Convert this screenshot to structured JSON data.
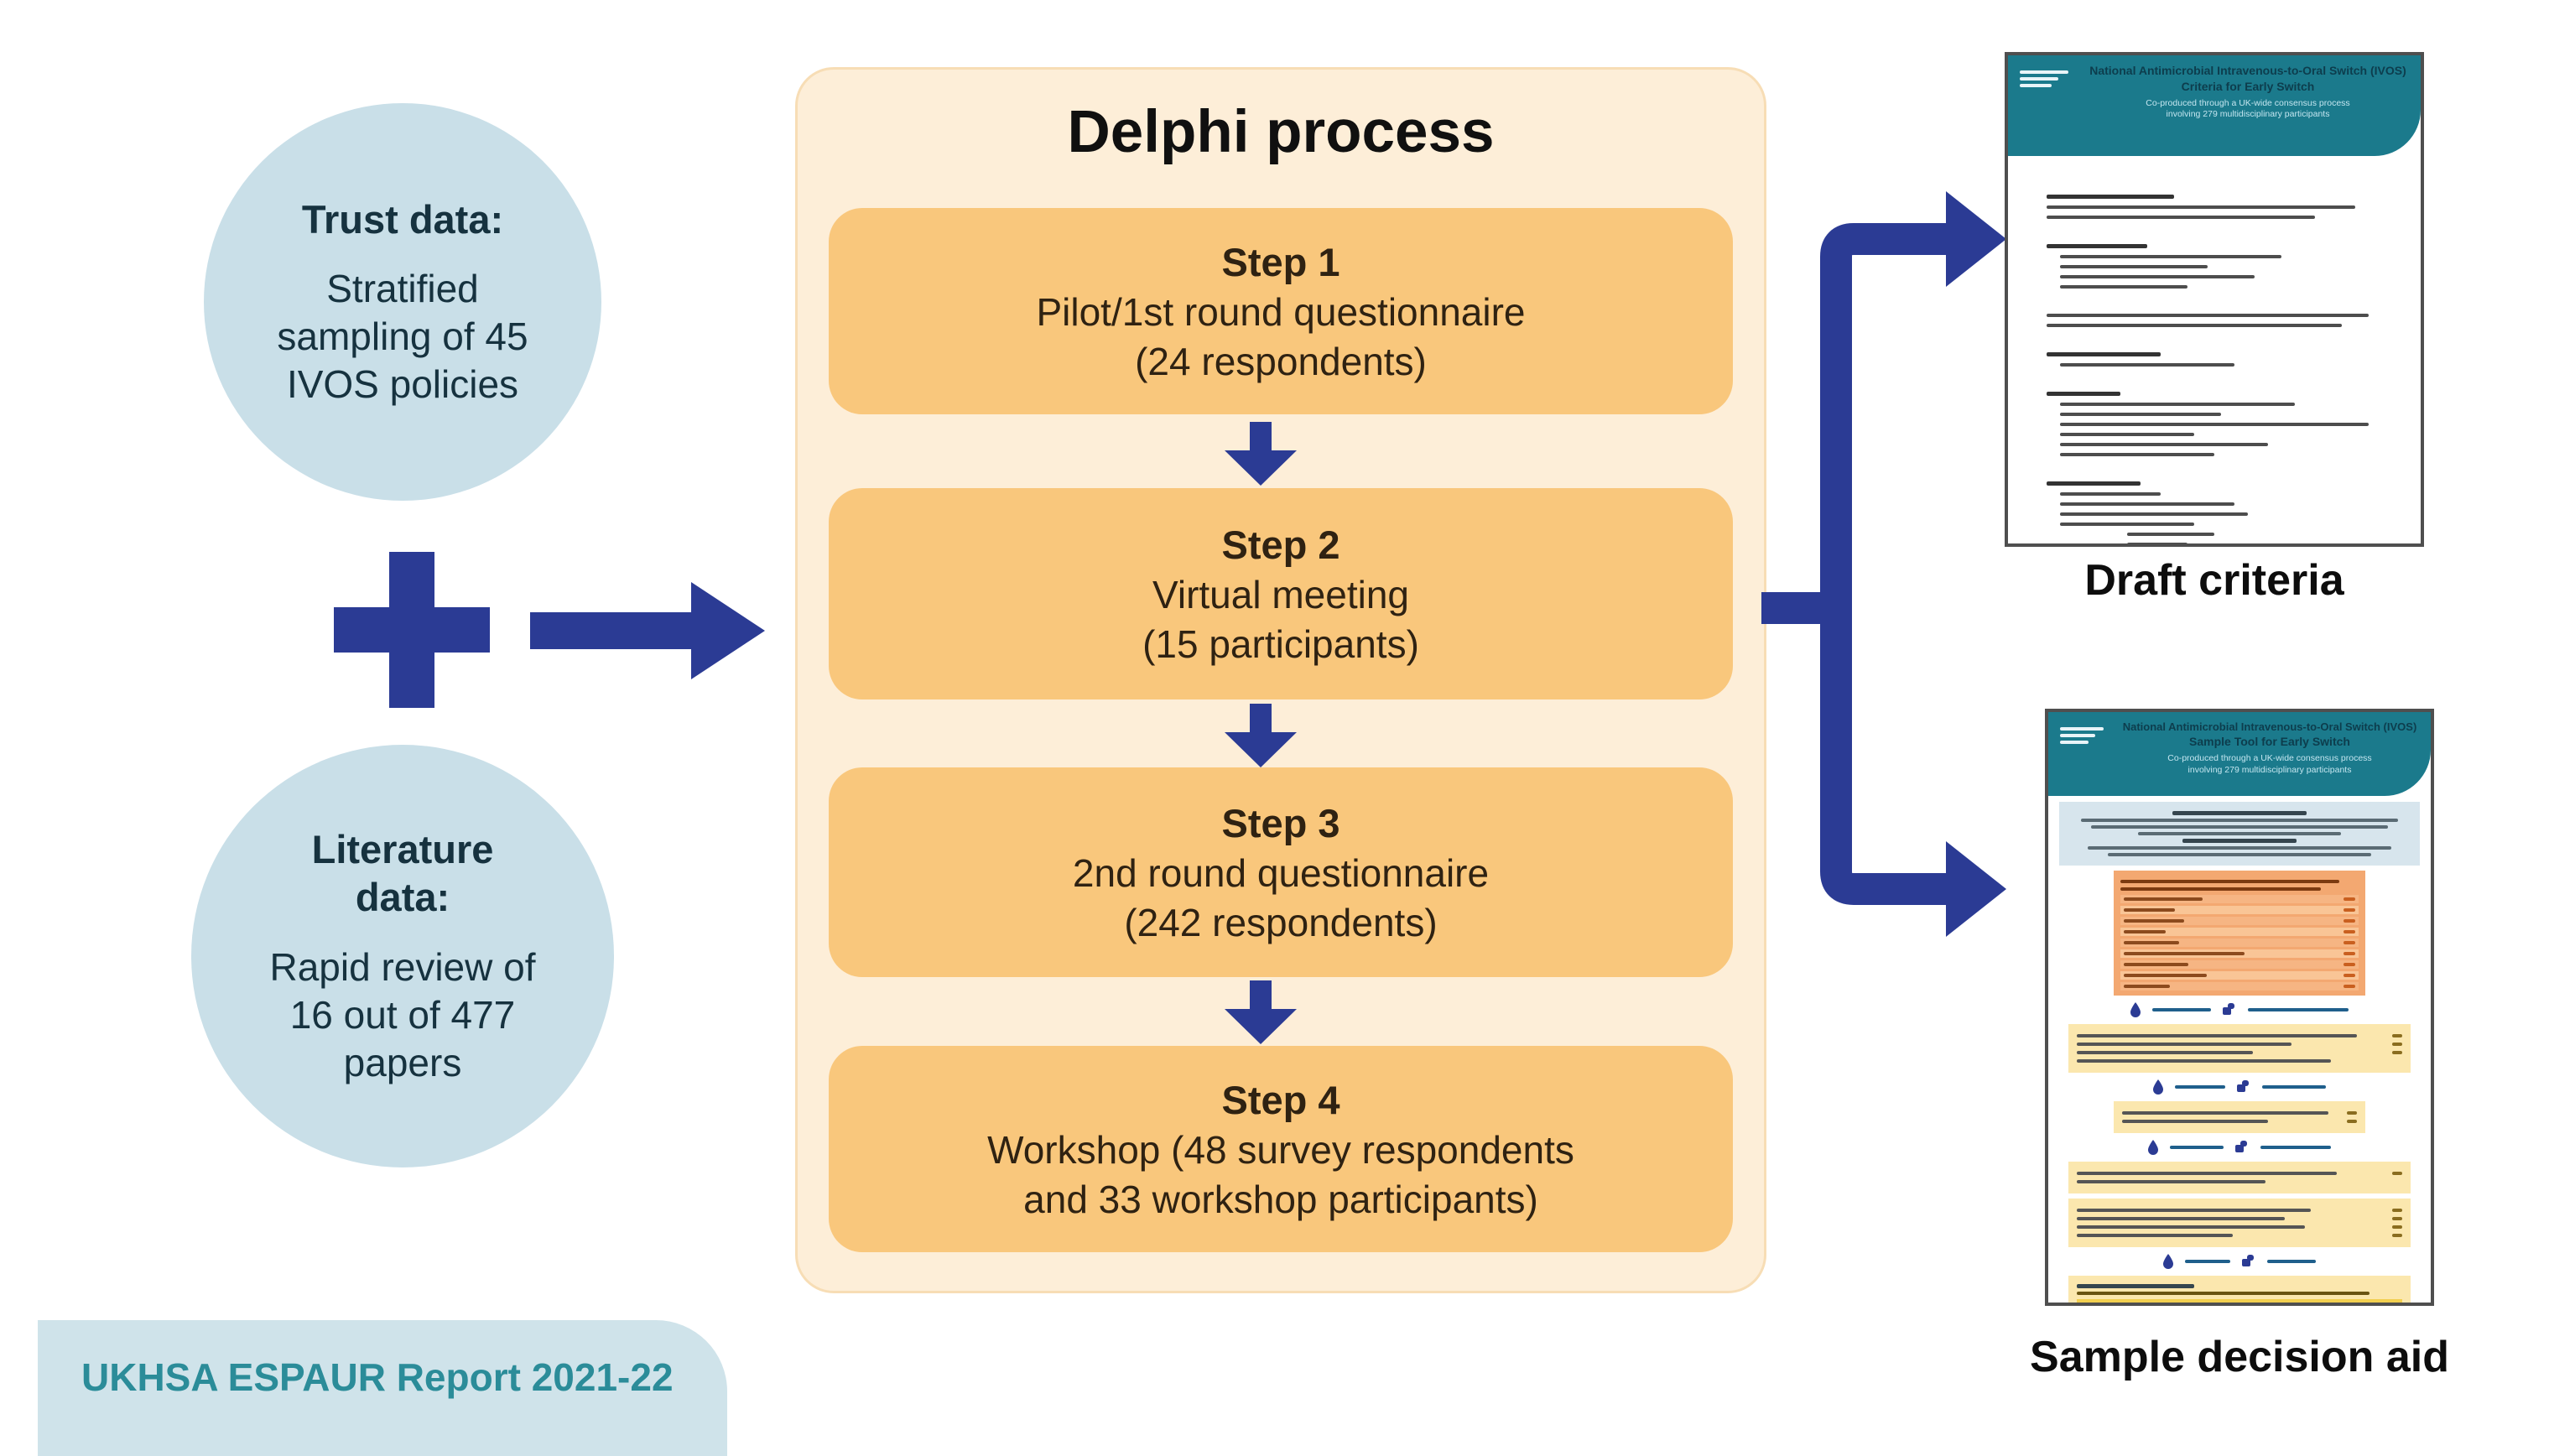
{
  "title": "Delphi process",
  "footer_badge": "UKHSA ESPAUR Report 2021-22",
  "inputs": [
    {
      "heading": "Trust data:",
      "body": "Stratified sampling of 45 IVOS policies"
    },
    {
      "heading": "Literature data:",
      "body": "Rapid review of 16 out of 477 papers"
    }
  ],
  "steps": [
    {
      "heading": "Step 1",
      "line1": "Pilot/1st round questionnaire",
      "line2": "(24 respondents)"
    },
    {
      "heading": "Step 2",
      "line1": "Virtual meeting",
      "line2": "(15 participants)"
    },
    {
      "heading": "Step 3",
      "line1": "2nd round questionnaire",
      "line2": "(242 respondents)"
    },
    {
      "heading": "Step 4",
      "line1": "Workshop (48 survey respondents",
      "line2": "and 33 workshop participants)"
    }
  ],
  "outputs": [
    {
      "caption": "Draft criteria",
      "header": {
        "line1": "National Antimicrobial Intravenous-to-Oral Switch (IVOS)",
        "line2": "Criteria for Early Switch",
        "line3": "Co-produced through a UK-wide consensus process",
        "line4": "involving 279 multidisciplinary participants"
      }
    },
    {
      "caption": "Sample decision aid",
      "header": {
        "line1": "National Antimicrobial Intravenous-to-Oral Switch (IVOS)",
        "line2": "Sample Tool for Early Switch",
        "line3": "Co-produced through a UK-wide consensus process",
        "line4": "involving 279 multidisciplinary participants"
      }
    }
  ],
  "colors": {
    "navy": "#2b3b94",
    "circle_fill": "#c9dfe8",
    "circle_text": "#16323f",
    "panel_fill": "#fdeed8",
    "panel_border": "#f7ddb5",
    "step_fill": "#f9c77c",
    "step_text": "#2f2212",
    "teal": "#1b7a8c",
    "doc_border": "#4f4f4f",
    "badge_fill": "#cfe3ea",
    "badge_text": "#2b8c99",
    "d2_orange": "#f3a871",
    "d2_yellow": "#fbe7ae",
    "d2_blue": "#d7e5ed",
    "d2_gold": "#f2cf4f"
  }
}
